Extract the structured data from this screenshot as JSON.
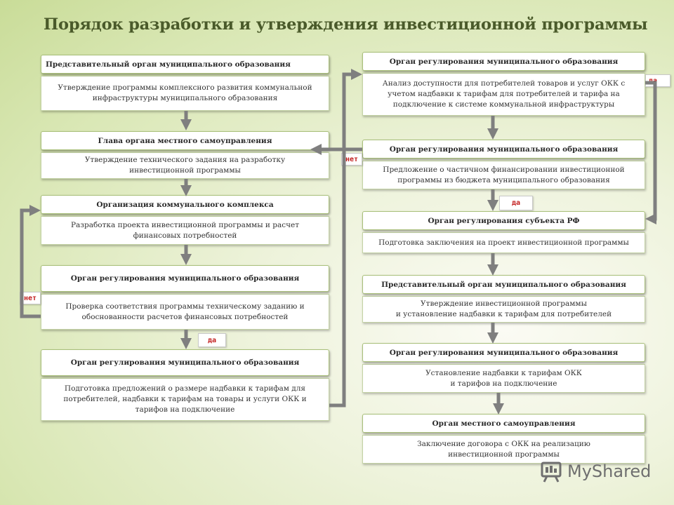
{
  "title": "Порядок разработки и утверждения инвестиционной программы",
  "left_blocks": [
    {
      "header": "Представительный орган муниципального образования",
      "body": "Утверждение программы комплексного развития коммунальной\nинфраструктуры муниципального образования"
    },
    {
      "header": "Глава органа местного самоуправления",
      "body": "Утверждение технического задания на разработку\nинвестиционной программы"
    },
    {
      "header": "Организация коммунального комплекса",
      "body": "Разработка проекта инвестиционной программы и расчет\nфинансовых потребностей"
    },
    {
      "header": "Орган регулирования муниципального образования",
      "body": "Проверка соответствия программы техническому заданию и\nобоснованности расчетов финансовых потребностей"
    },
    {
      "header": "Орган регулирования муниципального образования",
      "body": "Подготовка предложений о размере надбавки к тарифам для\nпотребителей, надбавки к тарифам на товары и услуги ОКК и\nтарифов на подключение"
    }
  ],
  "right_blocks": [
    {
      "header": "Орган регулирования муниципального образования",
      "body": "Анализ доступности для потребителей товаров и услуг ОКК с\nучетом надбавки к тарифам для потребителей и тарифа на\nподключение к системе коммунальной инфраструктуры"
    },
    {
      "header": "Орган регулирования муниципального образования",
      "body": "Предложение о частичном финансировании инвестиционной\nпрограммы из бюджета муниципального образования"
    },
    {
      "header": "Орган регулирования субъекта РФ",
      "body": "Подготовка заключения на проект инвестиционной программы"
    },
    {
      "header": "Представительный орган муниципального образования",
      "body": "Утверждение инвестиционной программы\nи установление надбавки к тарифам для потребителей"
    },
    {
      "header": "Орган регулирования муниципального образования",
      "body": "Установление надбавки к тарифам ОКК\nи тарифов на подключение"
    },
    {
      "header": "Орган местного самоуправления",
      "body": "Заключение договора с ОКК на реализацию\nинвестиционной программы"
    }
  ],
  "labels": {
    "no_left": "нет",
    "yes_left": "да",
    "no_right": "нет",
    "yes_right_top": "да",
    "yes_right_mid": "да"
  },
  "watermark": "MyShared",
  "colors": {
    "arrow": "#7f7f7f",
    "title": "#4a5a2a",
    "tag_text": "#c21e1e",
    "header_border": "#a9c07a"
  }
}
